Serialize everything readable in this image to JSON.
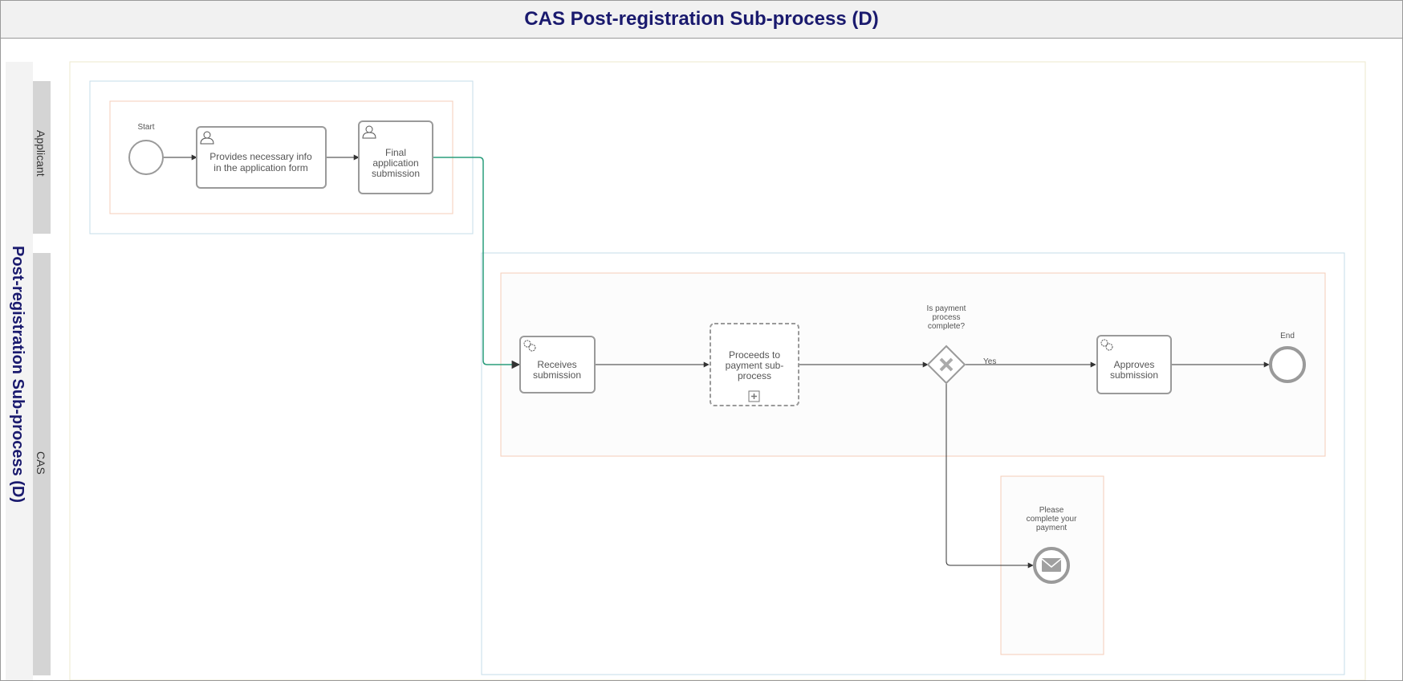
{
  "header": {
    "title": "CAS Post-registration Sub-process (D)"
  },
  "pool": {
    "label": "Post-registration Sub-process (D)"
  },
  "lanes": [
    {
      "id": "applicant",
      "label": "Applicant"
    },
    {
      "id": "cas",
      "label": "CAS"
    }
  ],
  "nodes": {
    "start": {
      "label": "Start"
    },
    "provide_info": {
      "line1": "Provides necessary info",
      "line2": "in the application form"
    },
    "final_submission": {
      "line1": "Final",
      "line2": "application",
      "line3": "submission"
    },
    "receives": {
      "line1": "Receives",
      "line2": "submission"
    },
    "proceeds": {
      "line1": "Proceeds to",
      "line2": "payment sub-",
      "line3": "process"
    },
    "gateway": {
      "line1": "Is payment",
      "line2": "process",
      "line3": "complete?"
    },
    "approves": {
      "line1": "Approves",
      "line2": "submission"
    },
    "end": {
      "label": "End"
    },
    "message": {
      "line1": "Please",
      "line2": "complete your",
      "line3": "payment"
    }
  },
  "edges": {
    "yes_label": "Yes"
  },
  "icons": {
    "user_task": "user-icon",
    "service_task": "gear-icon",
    "message_event": "envelope-icon",
    "subprocess_marker": "plus-icon",
    "exclusive_gateway": "x-icon"
  }
}
